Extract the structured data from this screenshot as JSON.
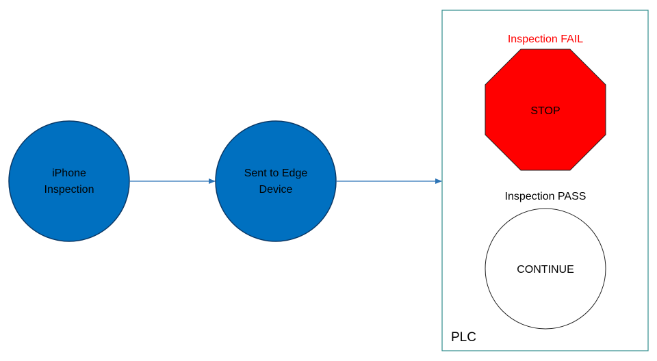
{
  "nodes": {
    "iphone_inspection": {
      "line1": "iPhone",
      "line2": "Inspection"
    },
    "sent_to_edge": {
      "line1": "Sent to Edge",
      "line2": "Device"
    }
  },
  "plc": {
    "label": "PLC",
    "fail": {
      "heading": "Inspection FAIL",
      "action": "STOP"
    },
    "pass": {
      "heading": "Inspection PASS",
      "action": "CONTINUE"
    }
  },
  "colors": {
    "node_fill": "#0070C0",
    "node_stroke": "#0A3866",
    "arrow": "#2E75B6",
    "plc_border": "#2E8B8B",
    "stop_fill": "#FF0000",
    "fail_text": "#FF0000",
    "text_dark": "#000000",
    "text_light": "#000000"
  }
}
